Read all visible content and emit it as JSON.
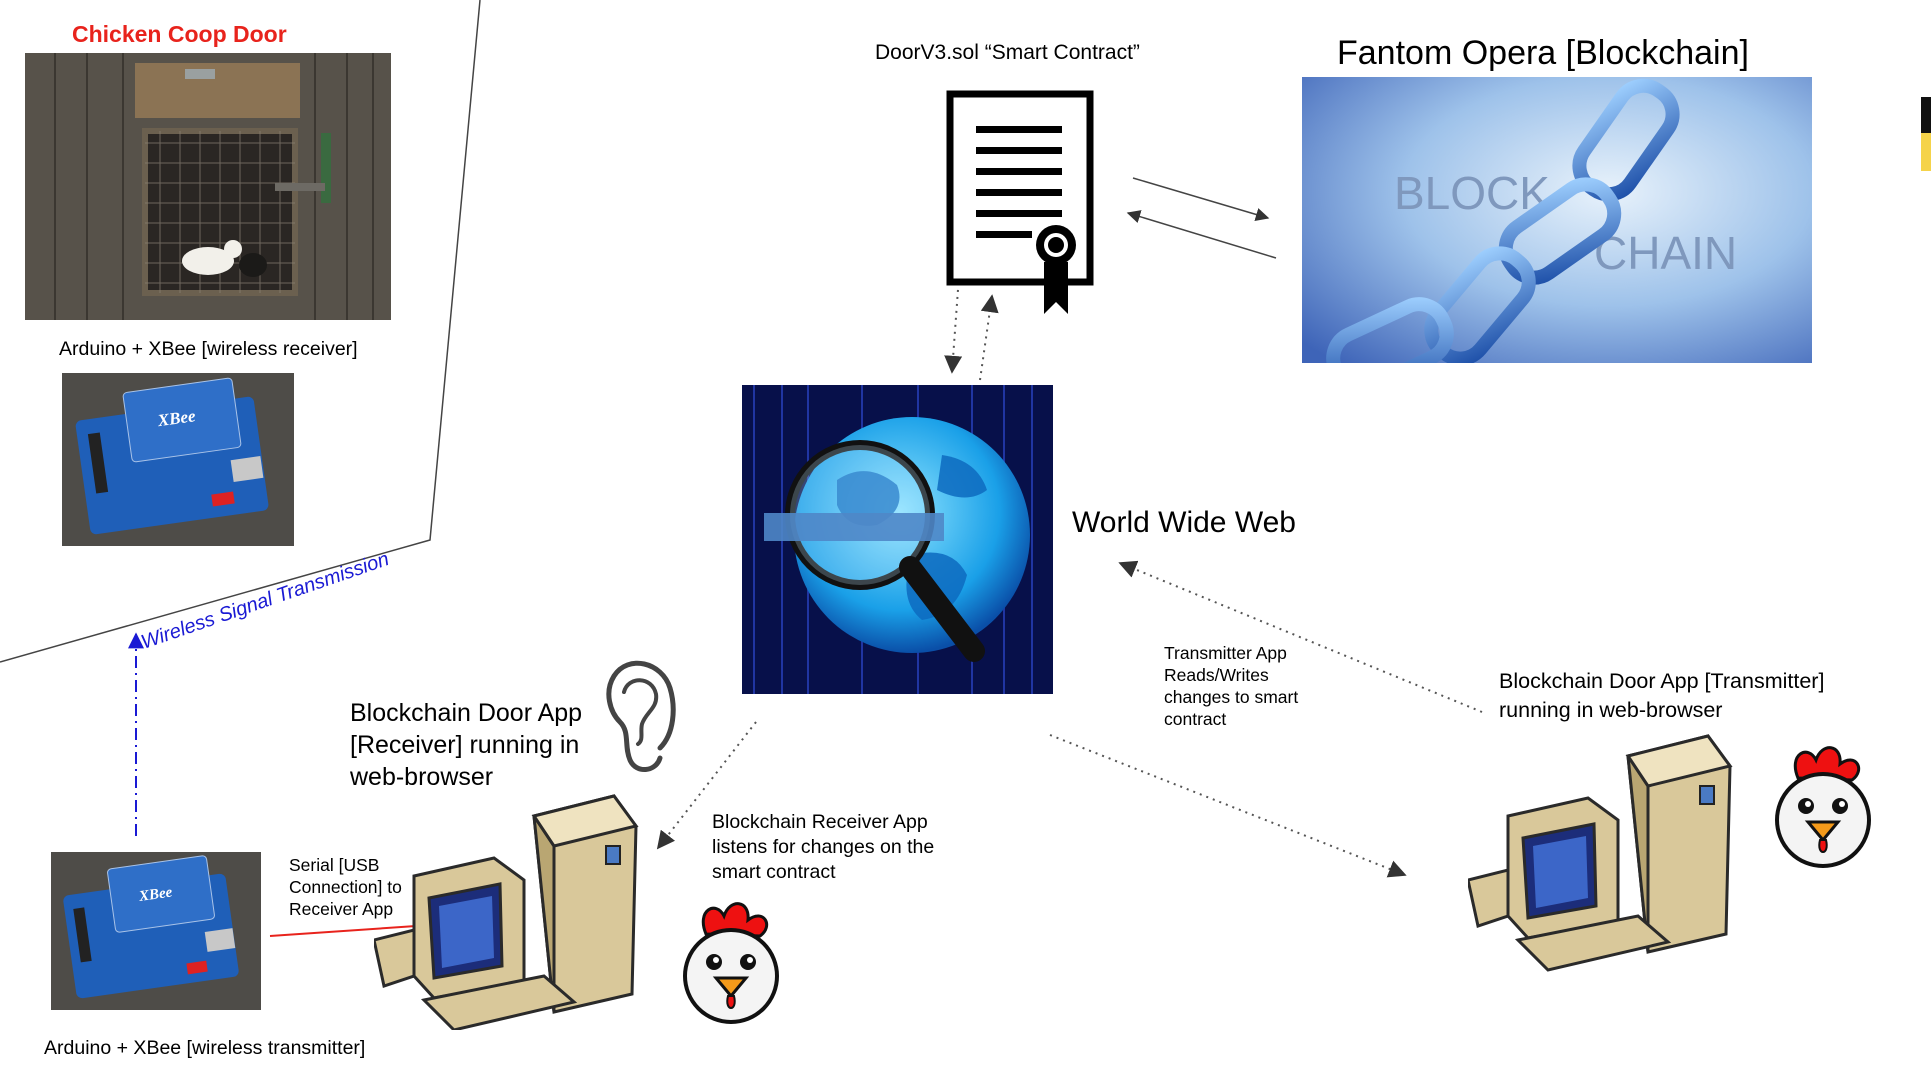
{
  "coop": {
    "title": "Chicken Coop Door",
    "receiver_caption": "Arduino + XBee [wireless receiver]"
  },
  "contract": {
    "label": "DoorV3.sol “Smart Contract”"
  },
  "blockchain": {
    "title": "Fantom Opera [Blockchain]",
    "art_word1": "BLOCK",
    "art_word2": "CHAIN"
  },
  "web": {
    "label": "World Wide Web"
  },
  "wireless": {
    "label": "Wireless Signal Transmission"
  },
  "receiver_app": {
    "line1": "Blockchain Door App",
    "line2": "[Receiver] running in",
    "line3": "web-browser"
  },
  "receiver_listen": {
    "line1": "Blockchain Receiver App",
    "line2": "listens for changes on the",
    "line3": "smart contract"
  },
  "transmitter_note": {
    "line1": "Transmitter App",
    "line2": "Reads/Writes",
    "line3": "changes to smart",
    "line4": "contract"
  },
  "transmitter_app": {
    "line1": "Blockchain Door App [Transmitter]",
    "line2": "running in web-browser"
  },
  "serial": {
    "line1": "Serial [USB",
    "line2": "Connection] to",
    "line3": "Receiver App"
  },
  "transmitter_board": {
    "caption": "Arduino + XBee [wireless transmitter]"
  },
  "board_text": "XBee",
  "colors": {
    "red_title": "#e8231c",
    "wireless_blue": "#1a1ad4",
    "serial_red": "#e8231c",
    "board_blue": "#1f5fb8"
  }
}
